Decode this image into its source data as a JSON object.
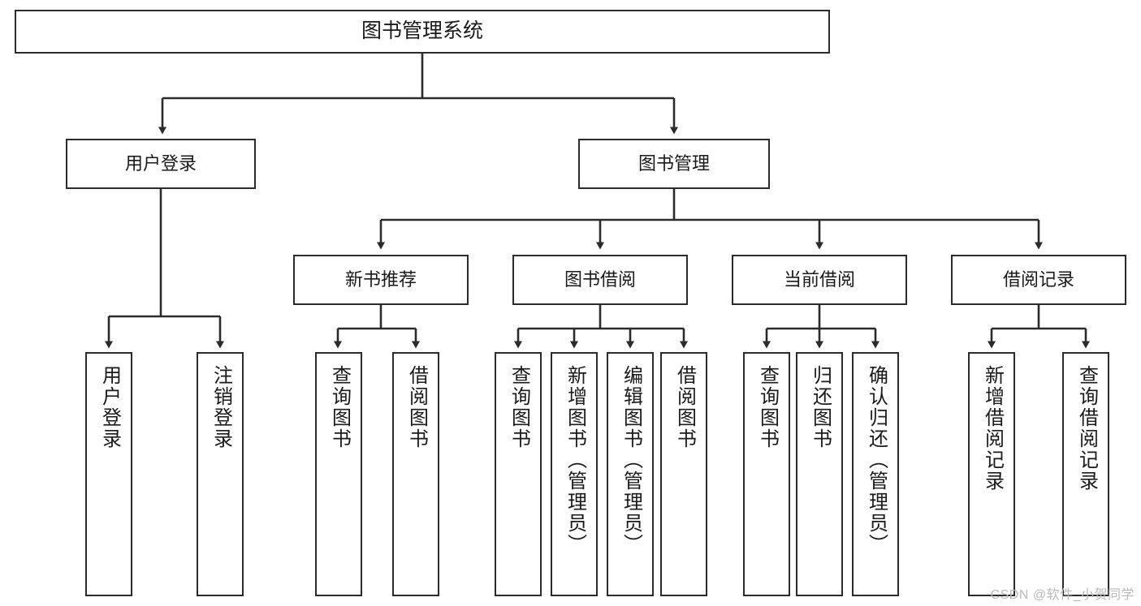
{
  "diagram": {
    "title": "图书管理系统",
    "type": "tree",
    "root": {
      "id": "root",
      "label": "图书管理系统"
    },
    "tier2": [
      {
        "id": "user-login",
        "label": "用户登录"
      },
      {
        "id": "book-manage",
        "label": "图书管理"
      }
    ],
    "tier3": [
      {
        "id": "new-book-recommend",
        "label": "新书推荐"
      },
      {
        "id": "book-borrow",
        "label": "图书借阅"
      },
      {
        "id": "current-borrow",
        "label": "当前借阅"
      },
      {
        "id": "borrow-record",
        "label": "借阅记录"
      }
    ],
    "leaves": {
      "user_login": [
        {
          "id": "leaf-user-login",
          "label": "用户登录"
        },
        {
          "id": "leaf-logout-login",
          "label": "注销登录"
        }
      ],
      "new_book_recommend": [
        {
          "id": "leaf-query-book-1",
          "label": "查询图书"
        },
        {
          "id": "leaf-borrow-book-1",
          "label": "借阅图书"
        }
      ],
      "book_borrow": [
        {
          "id": "leaf-query-book-2",
          "label": "查询图书"
        },
        {
          "id": "leaf-add-book",
          "label": "新增图书（管理员）"
        },
        {
          "id": "leaf-edit-book",
          "label": "编辑图书（管理员）"
        },
        {
          "id": "leaf-borrow-book-2",
          "label": "借阅图书"
        }
      ],
      "current_borrow": [
        {
          "id": "leaf-query-book-3",
          "label": "查询图书"
        },
        {
          "id": "leaf-return-book",
          "label": "归还图书"
        },
        {
          "id": "leaf-confirm-return",
          "label": "确认归还（管理员）"
        }
      ],
      "borrow_record": [
        {
          "id": "leaf-add-record",
          "label": "新增借阅记录"
        },
        {
          "id": "leaf-query-record",
          "label": "查询借阅记录"
        }
      ]
    },
    "colors": {
      "stroke": "#2b2b2b",
      "fill": "#ffffff",
      "text": "#1a1a1a",
      "watermark": "#b9b9b9"
    }
  },
  "watermark": {
    "text": "CSDN @软件_小贺同学"
  }
}
